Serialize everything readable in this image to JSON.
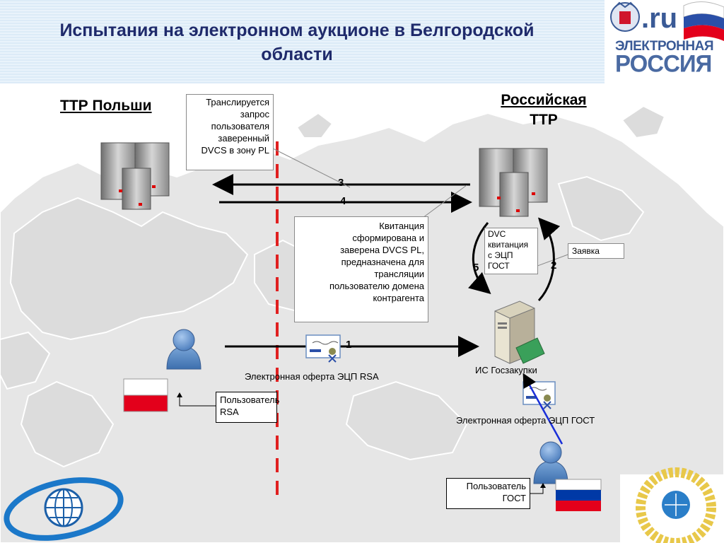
{
  "title": "Испытания на электронном аукционе в Белгородской области",
  "logo": {
    "domain": ".ru",
    "line1": "ЭЛЕКТРОННАЯ",
    "line2": "РОССИЯ",
    "emblem_icon": "russian-eagle-icon"
  },
  "ttp_poland": "ТТР Польши",
  "ttp_russia_line1": "Российская",
  "ttp_russia_line2": "ТТР",
  "box_request": [
    "Транслируется",
    "запрос",
    "пользователя",
    "заверенный",
    "DVCS в зону PL"
  ],
  "box_receipt": [
    "Квитанция",
    "сформирована и",
    "заверена DVCS PL,",
    "предназначена для",
    "трансляции",
    "пользователю домена",
    "контрагента"
  ],
  "box_dvc": [
    "DVC",
    "квитанция",
    "с ЭЦП",
    "ГОСТ"
  ],
  "box_request_app": "Заявка",
  "step_labels": {
    "s1": "1",
    "s2": "2",
    "s3": "3",
    "s4": "4",
    "s5": "5"
  },
  "label_offer_rsa": "Электронная оферта ЭЦП RSA",
  "label_is": "ИС Госзакупки",
  "label_offer_gost": "Электронная оферта ЭЦП ГОСТ",
  "box_user_rsa": [
    "Пользователь",
    "RSA"
  ],
  "box_user_gost": [
    "Пользователь",
    "ГОСТ"
  ],
  "colors": {
    "title": "#1f2a6b",
    "border_line": "#e02020",
    "map": "#e6e6e6",
    "blue_line": "#1a2fd8",
    "flag_red": "#e3001b",
    "flag_blue": "#0039a6"
  }
}
